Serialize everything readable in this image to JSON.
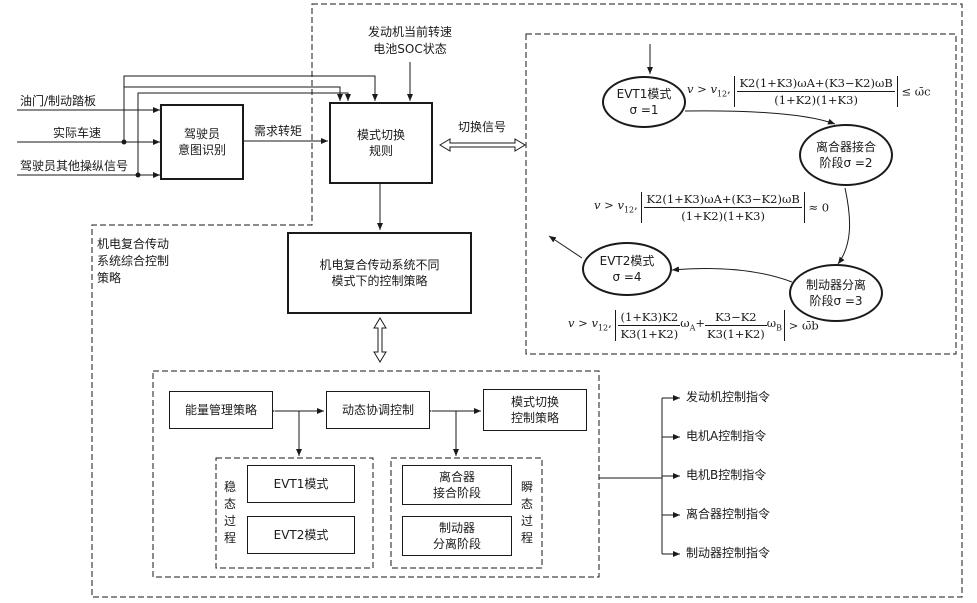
{
  "inputs": {
    "throttle_brake": "油门/制动踏板",
    "actual_speed": "实际车速",
    "driver_other": "驾驶员其他操纵信号"
  },
  "top_inputs": {
    "engine_speed": "发动机当前转速",
    "battery_soc": "电池SOC状态"
  },
  "boxes": {
    "driver_intent": [
      "驾驶员",
      "意图识别"
    ],
    "torque_label": "需求转矩",
    "mode_switch_rule": [
      "模式切换",
      "规则"
    ],
    "switch_signal": "切换信号",
    "control_strategy": [
      "机电复合传动系统不同",
      "模式下的控制策略"
    ]
  },
  "outer_label": [
    "机电复合传动",
    "系统综合控制",
    "策略"
  ],
  "states": {
    "evt1": [
      "EVT1模式",
      "σ =1"
    ],
    "clutch_engage": [
      "离合器接合",
      "阶段σ =2"
    ],
    "evt2": [
      "EVT2模式",
      "σ =4"
    ],
    "brake_release": [
      "制动器分离",
      "阶段σ =3"
    ]
  },
  "conditions": {
    "c1_prefix": "v > v",
    "c1_sub": "12",
    "c1_numerator": "K2(1+K3)ωA+(K3−K2)ωB",
    "c1_denominator": "(1+K2)(1+K3)",
    "c1_relation": "≤ ω̄c",
    "c2_prefix": "v > v",
    "c2_sub": "12",
    "c2_numerator": "K2(1+K3)ωA+(K3−K2)ωB",
    "c2_denominator": "(1+K2)(1+K3)",
    "c2_relation": "≈ 0",
    "c3_prefix": "v > v",
    "c3_sub": "12",
    "c3_frac1_num": "(1+K3)K2",
    "c3_frac1_den": "K3(1+K2)",
    "c3_frac2_num": "K3−K2",
    "c3_frac2_den": "K3(1+K2)",
    "c3_relation": "> ω̄b"
  },
  "lower": {
    "energy_mgmt": "能量管理策略",
    "dynamic_coord": "动态协调控制",
    "mode_switch_ctrl": [
      "模式切换",
      "控制策略"
    ],
    "steady_label": "稳态过程",
    "evt1_mode": "EVT1模式",
    "evt2_mode": "EVT2模式",
    "transient_label": "瞬态过程",
    "clutch_phase": [
      "离合器",
      "接合阶段"
    ],
    "brake_phase": [
      "制动器",
      "分离阶段"
    ]
  },
  "outputs": [
    "发动机控制指令",
    "电机A控制指令",
    "电机B控制指令",
    "离合器控制指令",
    "制动器控制指令"
  ],
  "colors": {
    "line": "#1a1a1a",
    "background": "#ffffff"
  }
}
